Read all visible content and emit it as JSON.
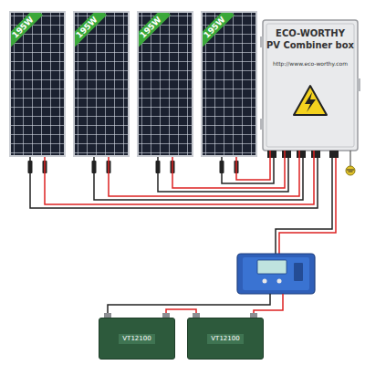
{
  "diagram": {
    "nodes": [
      {
        "text": [
          "195W"
        ]
      },
      {
        "text": [
          "195W"
        ]
      },
      {
        "text": [
          "195W"
        ]
      },
      {
        "text": [
          "195W"
        ]
      },
      {
        "text": [
          "ECO-WORTHY",
          "PV Combiner box",
          "http://www.eco-worthy.com"
        ]
      },
      {
        "text": [
          "VT12100"
        ]
      },
      {
        "text": [
          "VT12100"
        ]
      }
    ],
    "edges": [
      {
        "from": 0,
        "to": 4,
        "arrow": "none"
      },
      {
        "from": 1,
        "to": 4,
        "arrow": "none"
      },
      {
        "from": 2,
        "to": 4,
        "arrow": "none"
      },
      {
        "from": 3,
        "to": 4,
        "arrow": "none"
      }
    ]
  }
}
